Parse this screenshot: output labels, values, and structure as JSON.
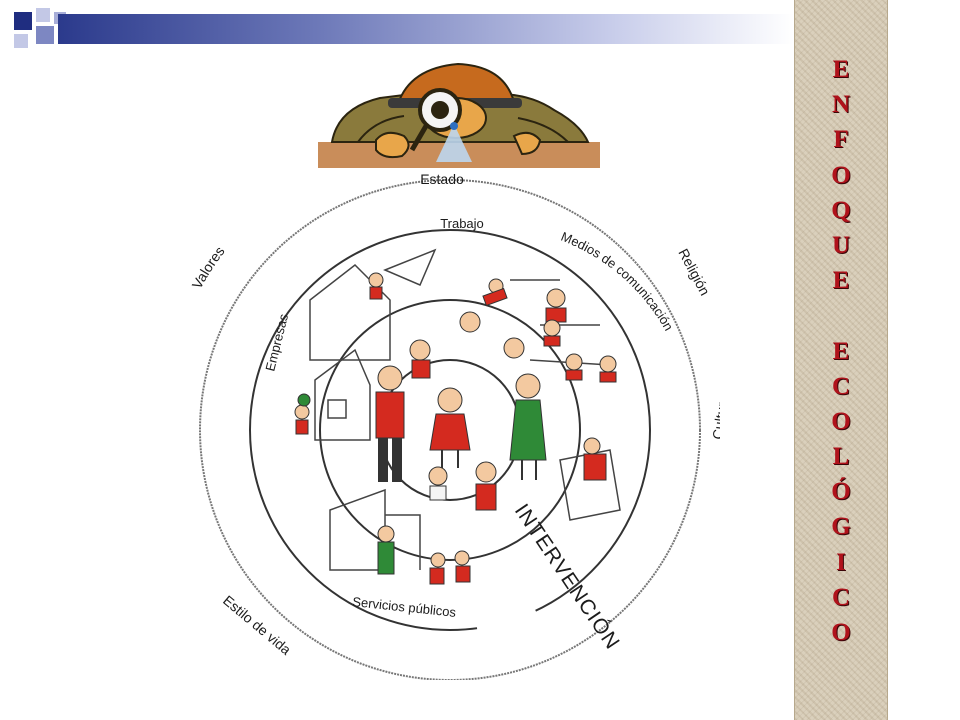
{
  "slide": {
    "vertical_title_letters": [
      "E",
      "N",
      "F",
      "O",
      "Q",
      "U",
      "E",
      " ",
      "E",
      "C",
      "O",
      "L",
      "Ó",
      "G",
      "I",
      "C",
      "O"
    ]
  },
  "diagram": {
    "top_label": "Estado",
    "outer_ring": {
      "valores": "Valores",
      "religion": "Religión",
      "cultura": "Cultura",
      "estilo_de_vida": "Estilo de vida"
    },
    "middle_ring": {
      "trabajo": "Trabajo",
      "empresas": "Empresas",
      "medios": "Medios de comunicación",
      "servicios": "Servicios públicos"
    },
    "intervention_label": "INTERVENCIÓN"
  },
  "colors": {
    "title_red": "#b0121b",
    "figure_red": "#d42a1f",
    "figure_green": "#2f8a37",
    "bar_blue": "#2b3a8c"
  }
}
